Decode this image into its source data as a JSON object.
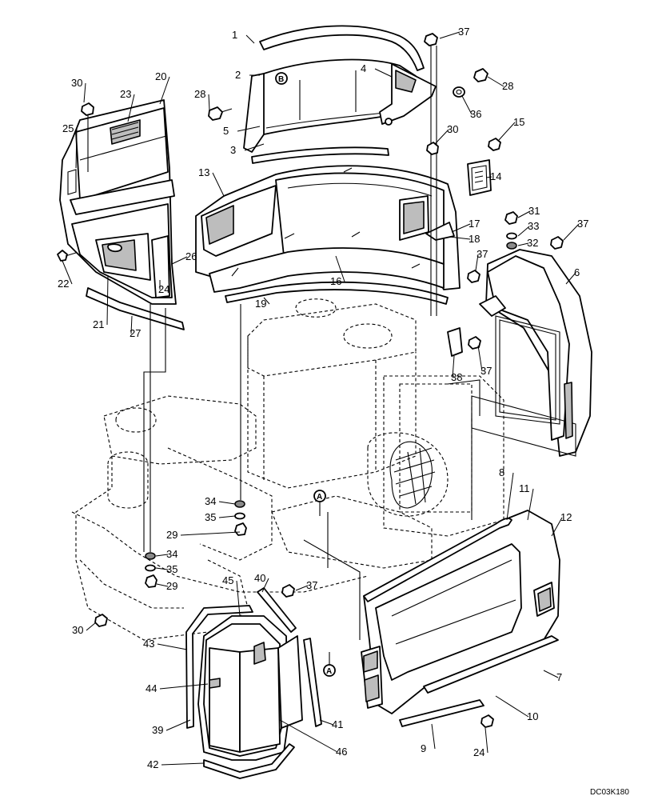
{
  "callouts": [
    {
      "label": "1"
    },
    {
      "label": "2"
    },
    {
      "label": "3"
    },
    {
      "label": "4"
    },
    {
      "label": "5"
    },
    {
      "label": "6"
    },
    {
      "label": "7"
    },
    {
      "label": "8"
    },
    {
      "label": "9"
    },
    {
      "label": "10"
    },
    {
      "label": "11"
    },
    {
      "label": "12"
    },
    {
      "label": "13"
    },
    {
      "label": "14"
    },
    {
      "label": "15"
    },
    {
      "label": "16"
    },
    {
      "label": "17"
    },
    {
      "label": "18"
    },
    {
      "label": "19"
    },
    {
      "label": "20"
    },
    {
      "label": "21"
    },
    {
      "label": "22"
    },
    {
      "label": "23"
    },
    {
      "label": "24"
    },
    {
      "label": "24"
    },
    {
      "label": "25"
    },
    {
      "label": "26"
    },
    {
      "label": "27"
    },
    {
      "label": "28"
    },
    {
      "label": "28"
    },
    {
      "label": "29"
    },
    {
      "label": "29"
    },
    {
      "label": "30"
    },
    {
      "label": "30"
    },
    {
      "label": "30"
    },
    {
      "label": "31"
    },
    {
      "label": "32"
    },
    {
      "label": "33"
    },
    {
      "label": "34"
    },
    {
      "label": "34"
    },
    {
      "label": "35"
    },
    {
      "label": "35"
    },
    {
      "label": "36"
    },
    {
      "label": "37"
    },
    {
      "label": "37"
    },
    {
      "label": "37"
    },
    {
      "label": "37"
    },
    {
      "label": "37"
    },
    {
      "label": "38"
    },
    {
      "label": "39"
    },
    {
      "label": "40"
    },
    {
      "label": "41"
    },
    {
      "label": "42"
    },
    {
      "label": "43"
    },
    {
      "label": "44"
    },
    {
      "label": "45"
    },
    {
      "label": "46"
    }
  ],
  "markers": {
    "view_a": "A",
    "badge_b": "B"
  },
  "reference_code": "DC03K180",
  "colors": {
    "line": "#000000",
    "shade": "#bdbdbd",
    "background": "#ffffff"
  }
}
